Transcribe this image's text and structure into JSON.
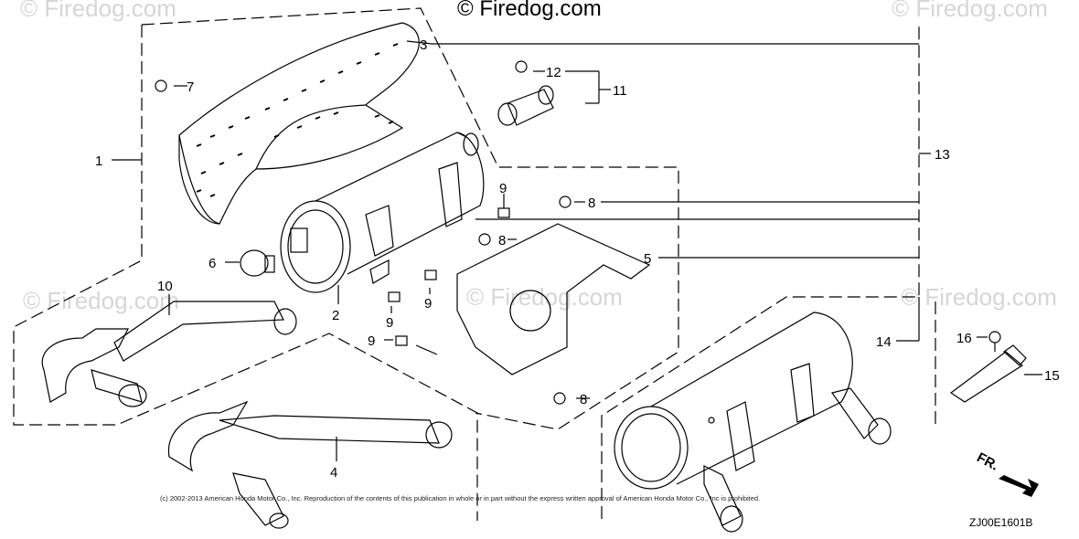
{
  "watermarks": {
    "main": "© Firedog.com",
    "faint_left": "© Firedog.com",
    "faint_right": "© Firedog.com",
    "faint_mid": "© Firedog.com",
    "faint_mid2": "© Firedog.com",
    "faint_br": "© Firedog.com"
  },
  "callouts": {
    "c1": "1",
    "c2": "2",
    "c3": "3",
    "c4": "4",
    "c5": "5",
    "c6": "6",
    "c7": "7",
    "c8a": "8",
    "c8b": "8",
    "c8c": "8",
    "c9a": "9",
    "c9b": "9",
    "c9c": "9",
    "c9d": "9",
    "c10": "10",
    "c11": "11",
    "c12": "12",
    "c13": "13",
    "c14": "14",
    "c15": "15",
    "c16": "16"
  },
  "copyright": "(c) 2002-2013 American Honda Motor Co., Inc. Reproduction of the contents of this publication in whole or in part without the express written approval of American Honda Motor Co., Inc is prohibited.",
  "diagram_code": "ZJ00E1601B",
  "direction_label": "FR.",
  "colors": {
    "line": "#000000",
    "watermark": "#d6d6d6",
    "background": "#ffffff"
  }
}
